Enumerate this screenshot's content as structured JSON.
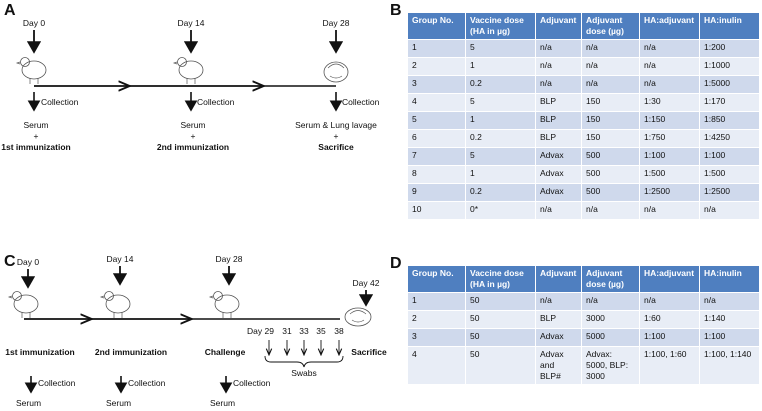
{
  "panelA": {
    "letter": "A",
    "days": [
      "Day 0",
      "Day 14",
      "Day 28"
    ],
    "collection": "Collection",
    "samples": [
      {
        "line1": "Serum",
        "plus": "+",
        "line2": "1st immunization"
      },
      {
        "line1": "Serum",
        "plus": "+",
        "line2": "2nd immunization"
      },
      {
        "line1": "Serum & Lung lavage",
        "plus": "+",
        "line2": "Sacrifice"
      }
    ]
  },
  "panelB": {
    "letter": "B",
    "headers": [
      "Group No.",
      "Vaccine dose (HA in µg)",
      "Adjuvant",
      "Adjuvant dose (µg)",
      "HA:adjuvant",
      "HA:inulin"
    ],
    "rows": [
      [
        "1",
        "5",
        "n/a",
        "n/a",
        "n/a",
        "1:200"
      ],
      [
        "2",
        "1",
        "n/a",
        "n/a",
        "n/a",
        "1:1000"
      ],
      [
        "3",
        "0.2",
        "n/a",
        "n/a",
        "n/a",
        "1:5000"
      ],
      [
        "4",
        "5",
        "BLP",
        "150",
        "1:30",
        "1:170"
      ],
      [
        "5",
        "1",
        "BLP",
        "150",
        "1:150",
        "1:850"
      ],
      [
        "6",
        "0.2",
        "BLP",
        "150",
        "1:750",
        "1:4250"
      ],
      [
        "7",
        "5",
        "Advax",
        "500",
        "1:100",
        "1:100"
      ],
      [
        "8",
        "1",
        "Advax",
        "500",
        "1:500",
        "1:500"
      ],
      [
        "9",
        "0.2",
        "Advax",
        "500",
        "1:2500",
        "1:2500"
      ],
      [
        "10",
        "0*",
        "n/a",
        "n/a",
        "n/a",
        "n/a"
      ]
    ]
  },
  "panelC": {
    "letter": "C",
    "days": [
      "Day 0",
      "Day 14",
      "Challenge Day 28",
      "Day 42"
    ],
    "day0": "Day 0",
    "day14": "Day 14",
    "day28": "Day 28",
    "day42": "Day 42",
    "swab_days": [
      "Day 29",
      "31",
      "33",
      "35",
      "38"
    ],
    "events": [
      "1st immunization",
      "2nd immunization",
      "Challenge",
      "Sacrifice"
    ],
    "swabs": "Swabs",
    "collection": "Collection",
    "serum": "Serum"
  },
  "panelD": {
    "letter": "D",
    "headers": [
      "Group No.",
      "Vaccine dose (HA in µg)",
      "Adjuvant",
      "Adjuvant dose (µg)",
      "HA:adjuvant",
      "HA:inulin"
    ],
    "rows": [
      [
        "1",
        "50",
        "n/a",
        "n/a",
        "n/a",
        "n/a"
      ],
      [
        "2",
        "50",
        "BLP",
        "3000",
        "1:60",
        "1:140"
      ],
      [
        "3",
        "50",
        "Advax",
        "5000",
        "1:100",
        "1:100"
      ],
      [
        "4",
        "50",
        "Advax and BLP#",
        "Advax: 5000, BLP: 3000",
        "1:100, 1:60",
        "1:100, 1:140"
      ]
    ]
  }
}
